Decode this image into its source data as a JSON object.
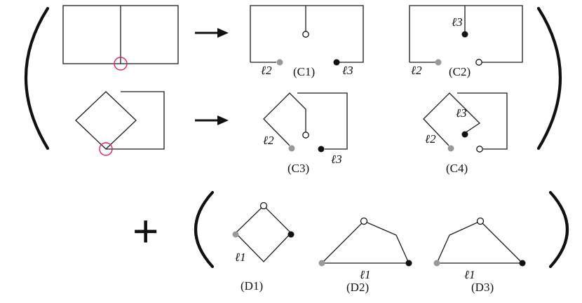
{
  "operator": {
    "plus": "+"
  },
  "labels": {
    "l1": "ℓ1",
    "l2": "ℓ2",
    "l3": "ℓ3"
  },
  "captions": {
    "C1": "(C1)",
    "C2": "(C2)",
    "C3": "(C3)",
    "C4": "(C4)",
    "D1": "(D1)",
    "D2": "(D2)",
    "D3": "(D3)"
  },
  "colors": {
    "stroke": "#1a1a1a",
    "marker": "#e0206a",
    "gray_dot": "#999999",
    "black_dot": "#111111",
    "open_dot_fill": "#ffffff"
  }
}
